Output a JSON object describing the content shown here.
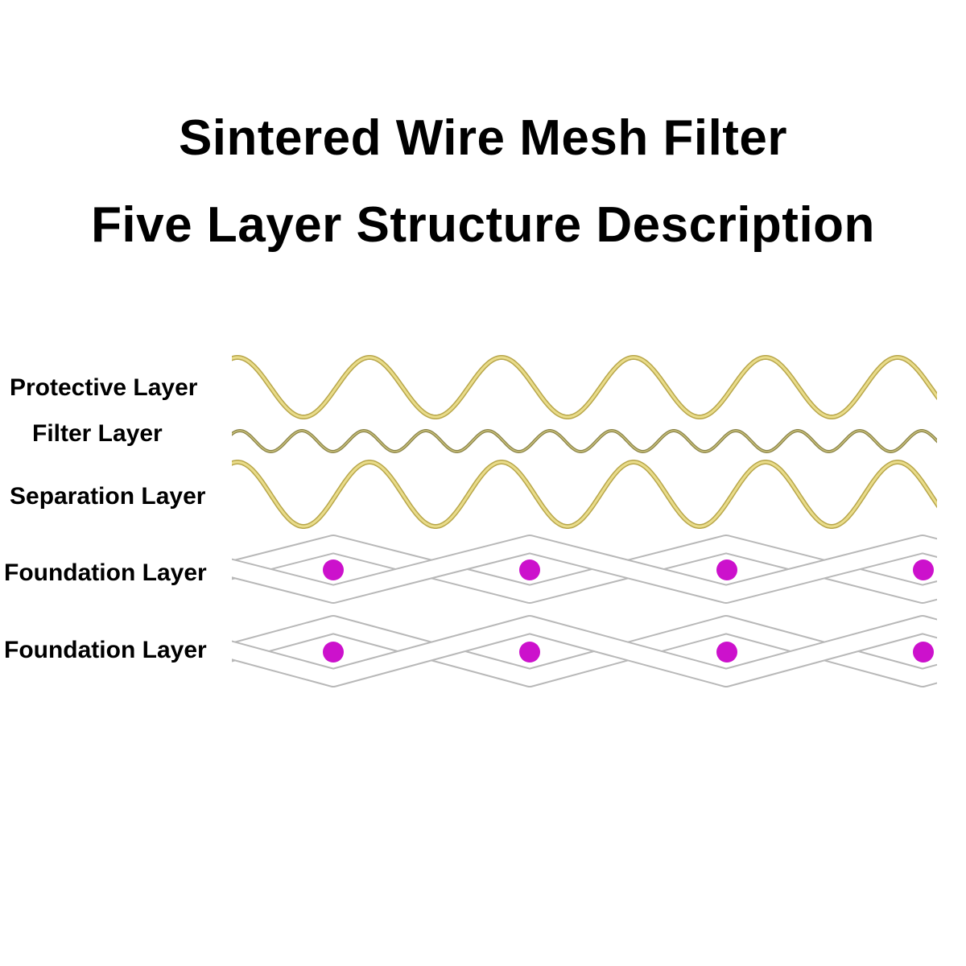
{
  "title": {
    "line1": "Sintered Wire Mesh Filter",
    "line2": "Five Layer Structure Description"
  },
  "layers": [
    {
      "label": "Protective Layer",
      "kind": "wave-coarse"
    },
    {
      "label": "Filter Layer",
      "kind": "wave-fine"
    },
    {
      "label": "Separation Layer",
      "kind": "wave-coarse"
    },
    {
      "label": "Foundation Layer",
      "kind": "woven-diamond"
    },
    {
      "label": "Foundation Layer",
      "kind": "woven-diamond"
    }
  ],
  "colors": {
    "coarse_wire": "#e9dc8a",
    "coarse_wire_edge": "#b8a64a",
    "fine_wire": "#8a8348",
    "foundation_wire": "#ffffff",
    "foundation_edge": "#b8b8b8",
    "foundation_dot": "#cc11cc",
    "text": "#000000"
  }
}
